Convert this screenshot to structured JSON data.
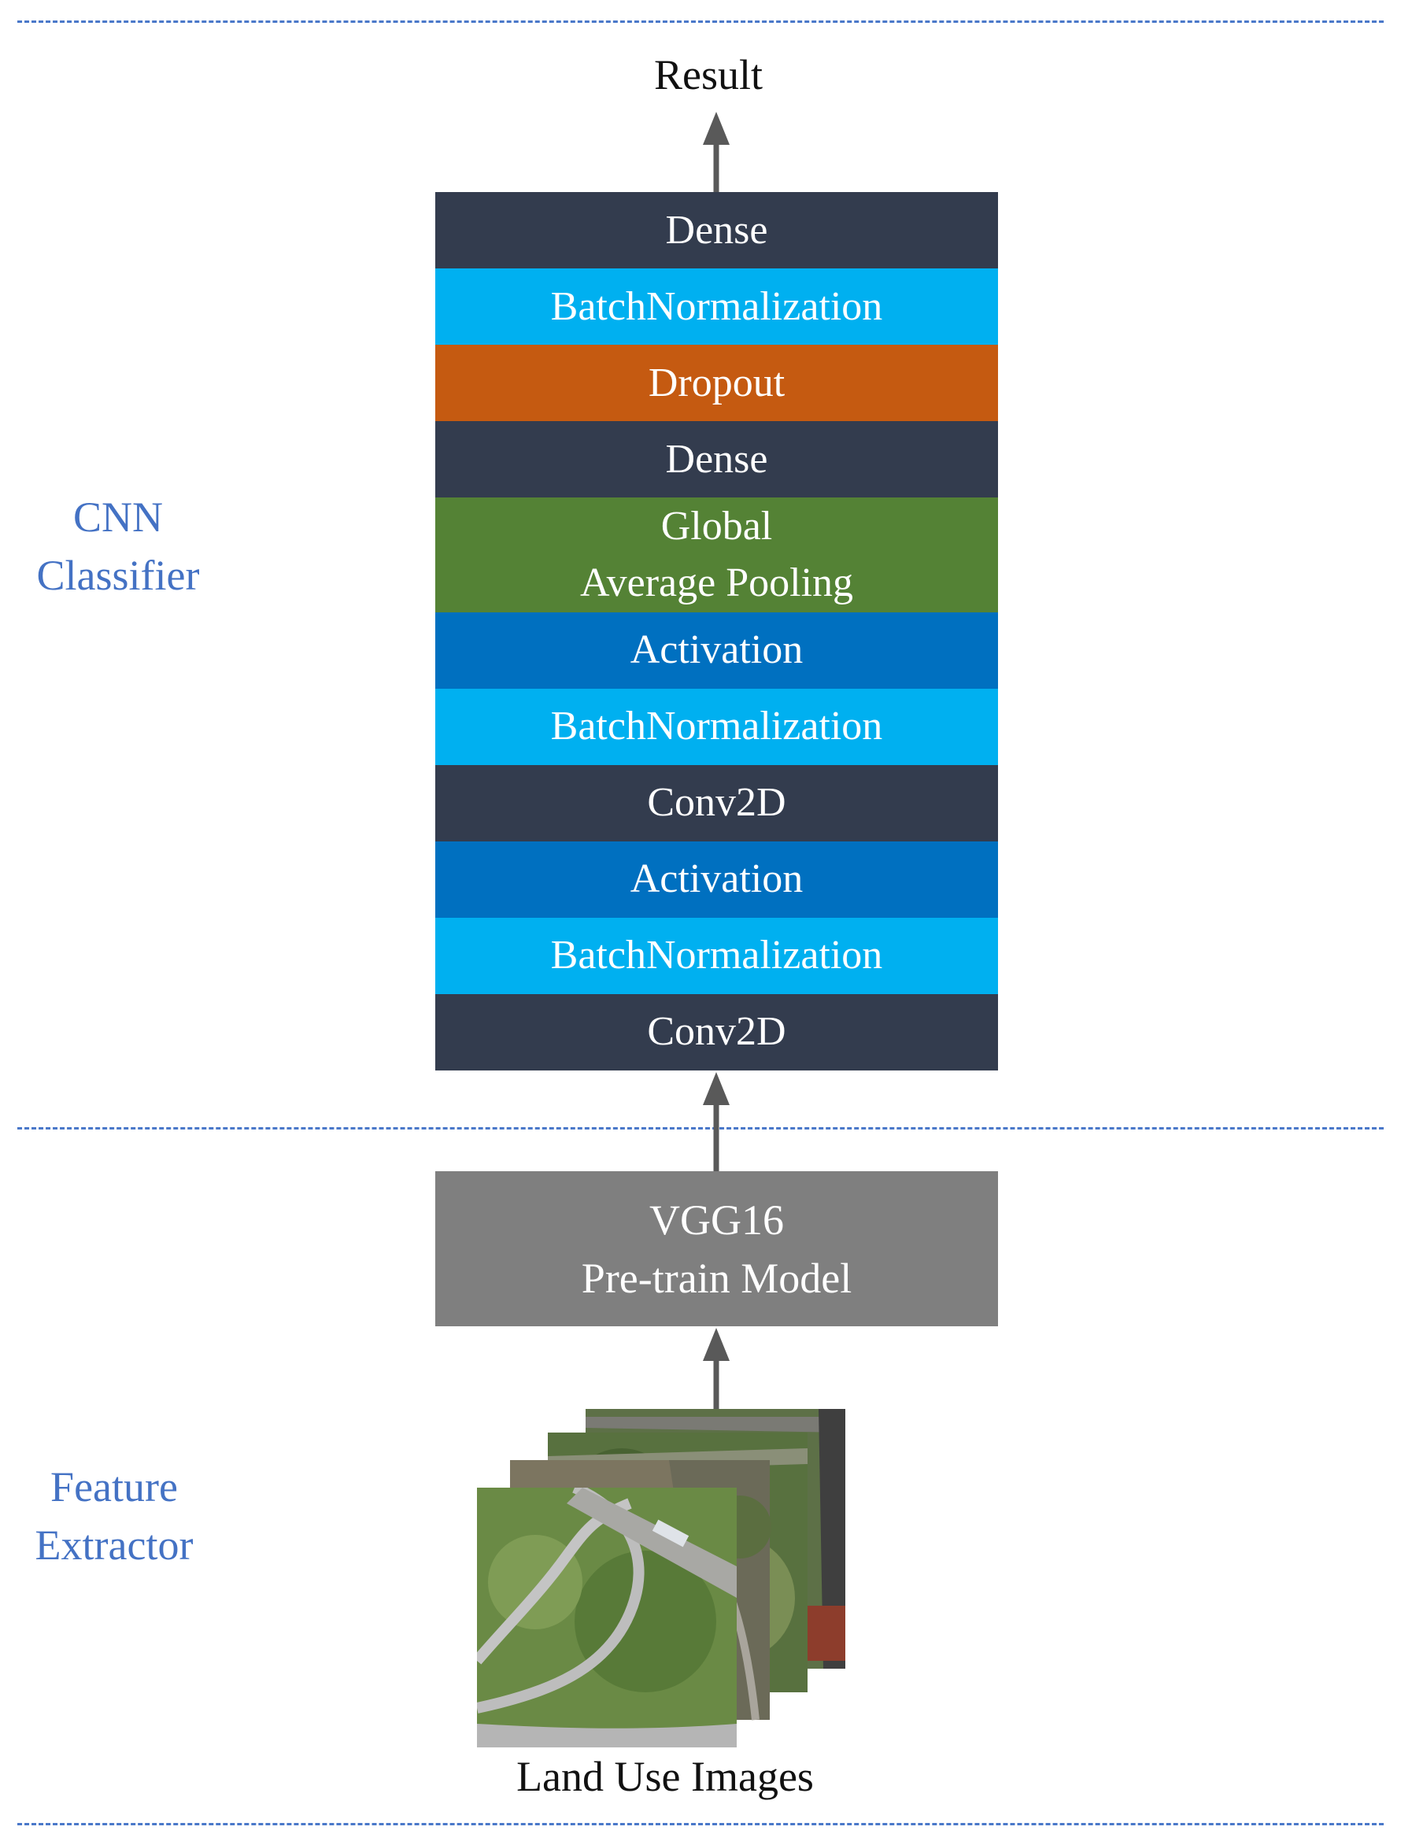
{
  "diagram": {
    "result_label": "Result",
    "sections": {
      "classifier": "CNN\nClassifier",
      "extractor": "Feature\nExtractor"
    },
    "classifier_layers": [
      {
        "label": "Dense",
        "color": "#333c4e"
      },
      {
        "label": "BatchNormalization",
        "color": "#00b0f0"
      },
      {
        "label": "Dropout",
        "color": "#c55a11"
      },
      {
        "label": "Dense",
        "color": "#333c4e"
      },
      {
        "label": "Global\nAverage Pooling",
        "color": "#548235"
      },
      {
        "label": "Activation",
        "color": "#0070c0"
      },
      {
        "label": "BatchNormalization",
        "color": "#00b0f0"
      },
      {
        "label": "Conv2D",
        "color": "#333c4e"
      },
      {
        "label": "Activation",
        "color": "#0070c0"
      },
      {
        "label": "BatchNormalization",
        "color": "#00b0f0"
      },
      {
        "label": "Conv2D",
        "color": "#333c4e"
      }
    ],
    "extractor_block": {
      "label": "VGG16\nPre-train Model",
      "color": "#7f7f7f"
    },
    "input_caption": "Land Use Images",
    "colors": {
      "section_label": "#4472c4",
      "divider": "#4a78c9",
      "arrow": "#595959"
    }
  }
}
